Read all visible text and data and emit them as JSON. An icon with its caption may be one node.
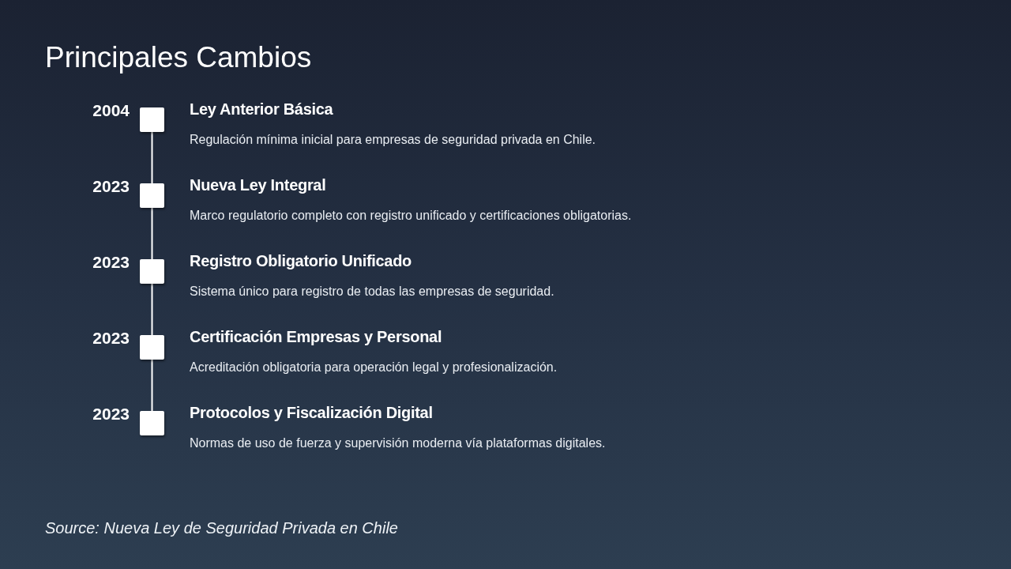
{
  "diagram": {
    "title": "Principales Cambios",
    "caption": "Source: Nueva Ley de Seguridad Privada en Chile",
    "nodes": [
      {
        "text": [],
        "shape": "box",
        "beside": [
          "2004",
          "Ley Anterior Básica",
          "Regulación mínima inicial para empresas de seguridad privada en Chile."
        ]
      },
      {
        "text": [],
        "shape": "box",
        "beside": [
          "2023",
          "Nueva Ley Integral",
          "Marco regulatorio completo con registro unificado y certificaciones obligatorias."
        ]
      },
      {
        "text": [],
        "shape": "box",
        "beside": [
          "2023",
          "Registro Obligatorio Unificado",
          "Sistema único para registro de todas las empresas de seguridad."
        ]
      },
      {
        "text": [],
        "shape": "box",
        "beside": [
          "2023",
          "Certificación Empresas y Personal",
          "Acreditación obligatoria para operación legal y profesionalización."
        ]
      },
      {
        "text": [],
        "shape": "box",
        "beside": [
          "2023",
          "Protocolos y Fiscalización Digital",
          "Normas de uso de fuerza y supervisión moderna vía plataformas digitales."
        ]
      }
    ],
    "edges": [
      {
        "from": 0,
        "to": 1,
        "arrow": "none"
      },
      {
        "from": 1,
        "to": 2,
        "arrow": "none"
      },
      {
        "from": 2,
        "to": 3,
        "arrow": "none"
      },
      {
        "from": 3,
        "to": 4,
        "arrow": "none"
      }
    ]
  }
}
